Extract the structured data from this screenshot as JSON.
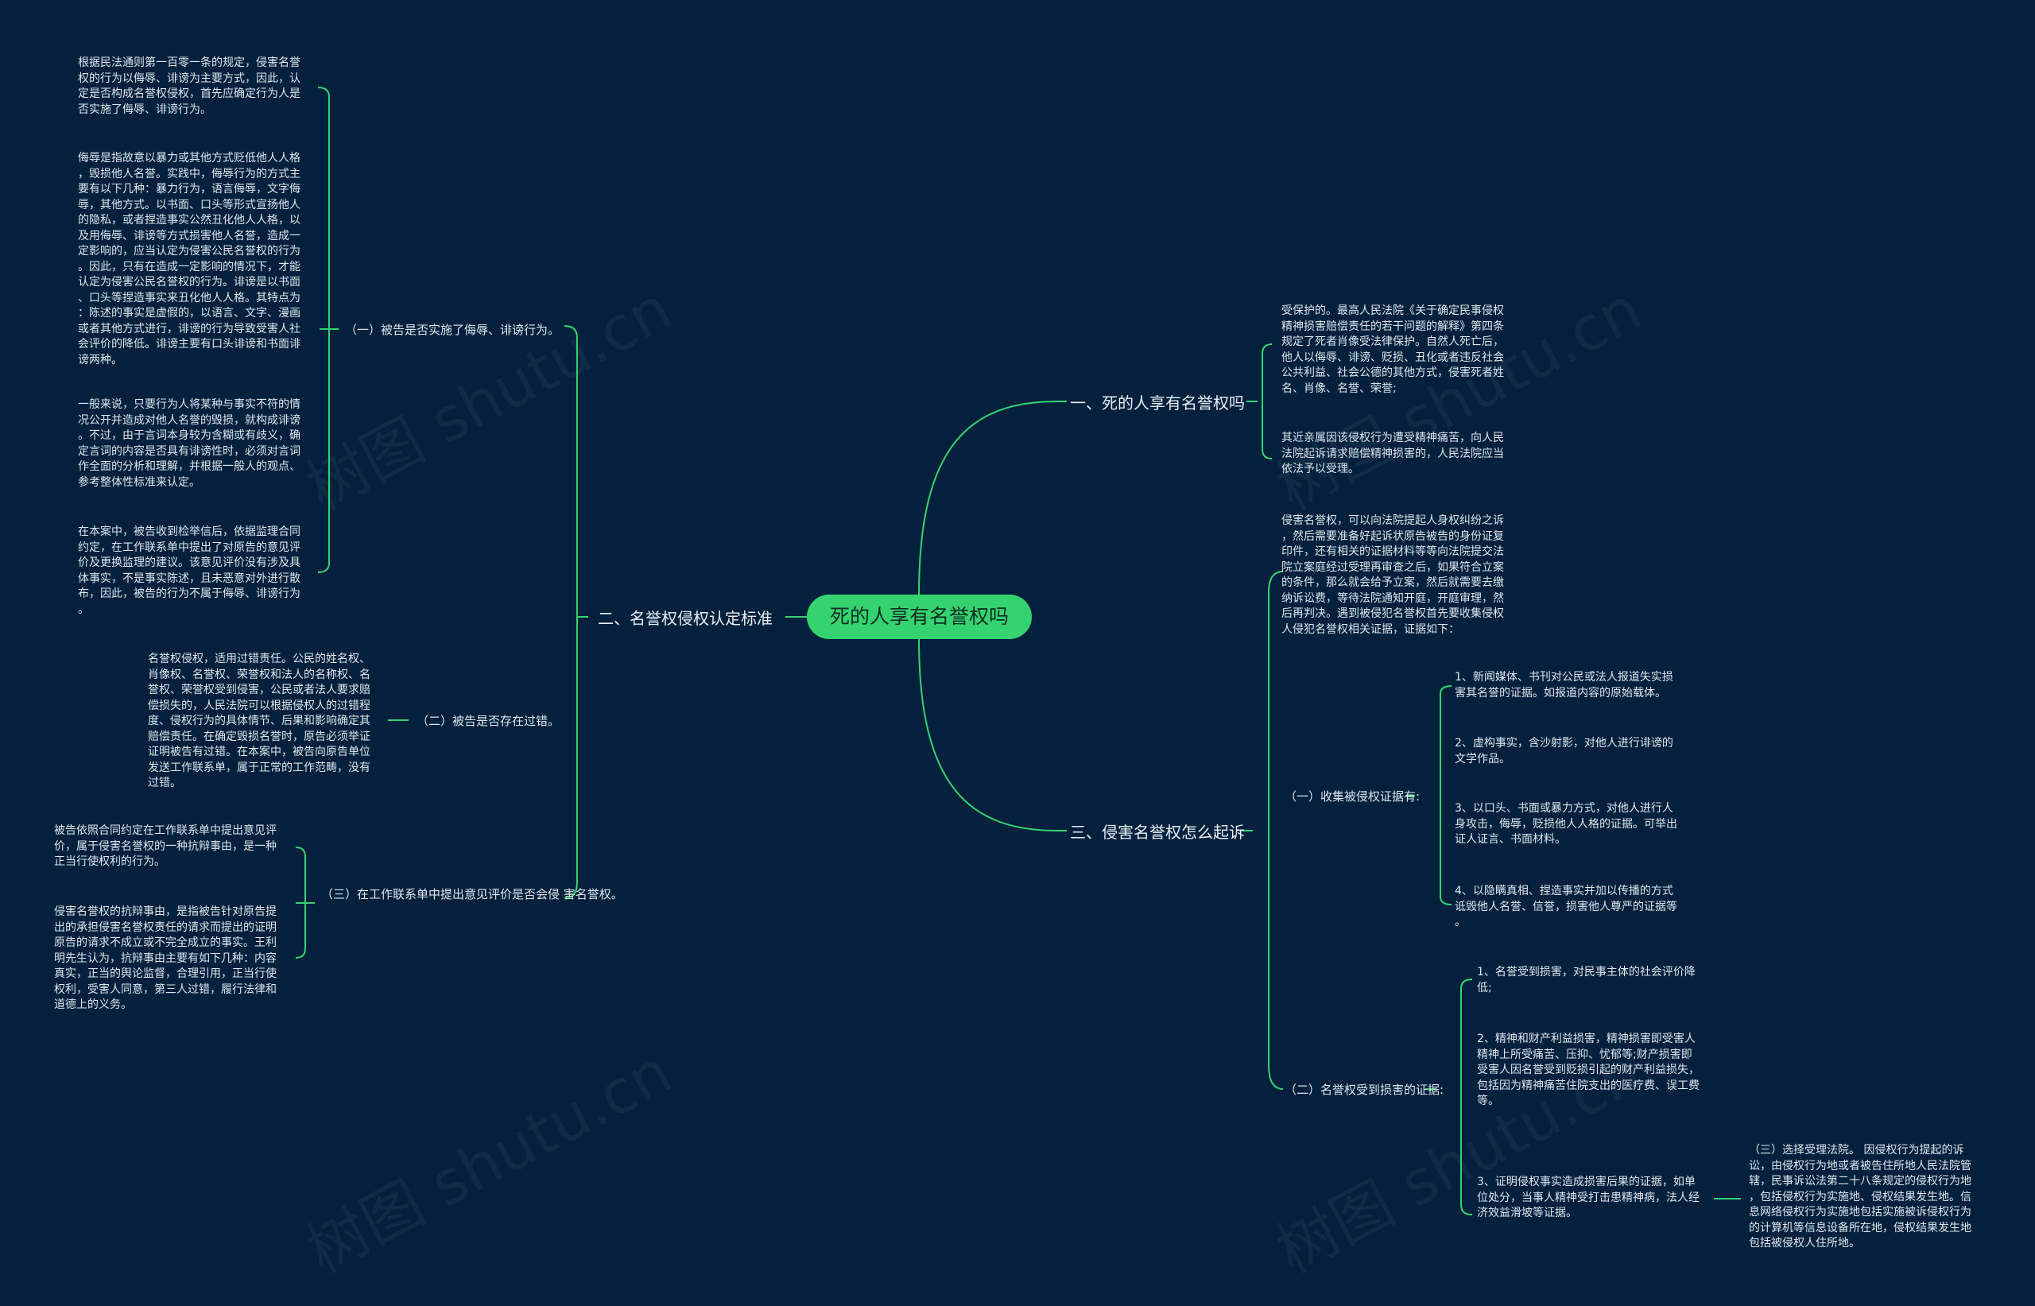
{
  "root": "死的人享有名誉权吗",
  "watermark": "树图 shutu.cn",
  "colors": {
    "background": "#03213d",
    "line": "#35d36f",
    "root_fill": "#35d36f"
  },
  "right": {
    "b1": {
      "title": "一、死的人享有名誉权吗",
      "leaves": [
        "受保护的。最高人民法院《关于确定民事侵权\n精神损害赔偿责任的若干问题的解释》第四条\n规定了死者肖像受法律保护。自然人死亡后，\n他人以侮辱、诽谤、贬损、丑化或者违反社会\n公共利益、社会公德的其他方式，侵害死者姓\n名、肖像、名誉、荣誉;",
        "其近亲属因该侵权行为遭受精神痛苦，向人民\n法院起诉请求赔偿精神损害的，人民法院应当\n依法予以受理。"
      ]
    },
    "b3": {
      "title": "三、侵害名誉权怎么起诉",
      "intro": "侵害名誉权，可以向法院提起人身权纠纷之诉\n，然后需要准备好起诉状原告被告的身份证复\n印件，还有相关的证据材料等等向法院提交法\n院立案庭经过受理再审查之后，如果符合立案\n的条件，那么就会给予立案，然后就需要去缴\n纳诉讼费，等待法院通知开庭，开庭审理，然\n后再判决。遇到被侵犯名誉权首先要收集侵权\n人侵犯名誉权相关证据，证据如下：",
      "sub1": {
        "label": "（一）收集被侵权证据有:",
        "leaves": [
          "1、新闻媒体、书刊对公民或法人报道失实损\n害其名誉的证据。如报道内容的原始载体。",
          "2、虚构事实，含沙射影，对他人进行诽谤的\n文学作品。",
          "3、以口头、书面或暴力方式，对他人进行人\n身攻击，侮辱，贬损他人人格的证据。可举出\n证人证言、书面材料。",
          "4、以隐瞒真相、捏造事实并加以传播的方式\n诋毁他人名誉、信誉，损害他人尊严的证据等\n。"
        ]
      },
      "sub2": {
        "label": "（二）名誉权受到损害的证据:",
        "leaves": [
          "1、名誉受到损害，对民事主体的社会评价降\n低;",
          "2、精神和财产利益损害，精神损害即受害人\n精神上所受痛苦、压抑、忧郁等;财产损害即\n受害人因名誉受到贬损引起的财产利益损失，\n包括因为精神痛苦住院支出的医疗费、误工费\n等。",
          "3、证明侵权事实造成损害后果的证据，如单\n位处分，当事人精神受打击患精神病，法人经\n济效益滑坡等证据。"
        ],
        "extra": "（三）选择受理法院。 因侵权行为提起的诉\n讼，由侵权行为地或者被告住所地人民法院管\n辖，民事诉讼法第二十八条规定的侵权行为地\n，包括侵权行为实施地、侵权结果发生地。信\n息网络侵权行为实施地包括实施被诉侵权行为\n的计算机等信息设备所在地，侵权结果发生地\n包括被侵权人住所地。"
      }
    }
  },
  "left": {
    "b2": {
      "title": "二、名誉权侵权认定标准",
      "sub1": {
        "label": "（一）被告是否实施了侮辱、诽谤行为。",
        "leaves": [
          "根据民法通则第一百零一条的规定，侵害名誉\n权的行为以侮辱、诽谤为主要方式，因此，认\n定是否构成名誉权侵权，首先应确定行为人是\n否实施了侮辱、诽谤行为。",
          "侮辱是指故意以暴力或其他方式贬低他人人格\n，毁损他人名誉。实践中，侮辱行为的方式主\n要有以下几种：暴力行为，语言侮辱，文字侮\n辱，其他方式。以书面、口头等形式宣扬他人\n的隐私，或者捏造事实公然丑化他人人格，以\n及用侮辱、诽谤等方式损害他人名誉，造成一\n定影响的，应当认定为侵害公民名誉权的行为\n。因此，只有在造成一定影响的情况下，才能\n认定为侵害公民名誉权的行为。诽谤是以书面\n、口头等捏造事实来丑化他人人格。其特点为\n：陈述的事实是虚假的，以语言、文字、漫画\n或者其他方式进行，诽谤的行为导致受害人社\n会评价的降低。诽谤主要有口头诽谤和书面诽\n谤两种。",
          "一般来说，只要行为人将某种与事实不符的情\n况公开并造成对他人名誉的毁损，就构成诽谤\n。不过，由于言词本身较为含糊或有歧义，确\n定言词的内容是否具有诽谤性时，必须对言词\n作全面的分析和理解，并根据一般人的观点、\n参考整体性标准来认定。",
          "在本案中，被告收到检举信后，依据监理合同\n约定，在工作联系单中提出了对原告的意见评\n价及更换监理的建议。该意见评价没有涉及具\n体事实，不是事实陈述，且未恶意对外进行散\n布，因此，被告的行为不属于侮辱、诽谤行为\n。"
        ]
      },
      "sub2": {
        "label": "（二）被告是否存在过错。",
        "leaves": [
          "名誉权侵权，适用过错责任。公民的姓名权、\n肖像权、名誉权、荣誉权和法人的名称权、名\n誉权、荣誉权受到侵害，公民或者法人要求赔\n偿损失的，人民法院可以根据侵权人的过错程\n度、侵权行为的具体情节、后果和影响确定其\n赔偿责任。在确定毁损名誉时，原告必须举证\n证明被告有过错。在本案中，被告向原告单位\n发送工作联系单，属于正常的工作范畴，没有\n过错。"
        ]
      },
      "sub3": {
        "label": "（三）在工作联系单中提出意见评价是否会侵\n害名誉权。",
        "leaves": [
          "被告依照合同约定在工作联系单中提出意见评\n价，属于侵害名誉权的一种抗辩事由，是一种\n正当行使权利的行为。",
          "侵害名誉权的抗辩事由，是指被告针对原告提\n出的承担侵害名誉权责任的请求而提出的证明\n原告的请求不成立或不完全成立的事实。王利\n明先生认为，抗辩事由主要有如下几种：内容\n真实，正当的舆论监督，合理引用，正当行使\n权利，受害人同意，第三人过错，履行法律和\n道德上的义务。"
        ]
      }
    }
  }
}
